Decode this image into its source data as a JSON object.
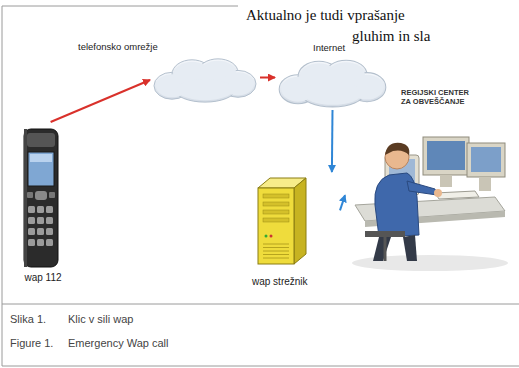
{
  "diagram": {
    "nodes": [
      {
        "text": [
          "wap 112"
        ]
      },
      {
        "text": [
          "telefonsko omrežje"
        ]
      },
      {
        "text": [
          "Internet"
        ]
      },
      {
        "text": [
          "wap strežnik"
        ]
      },
      {
        "text": [
          "REGIJSKI CENTER ZA OBVEŠČANJE"
        ]
      }
    ],
    "edges": [
      {
        "from": 0,
        "to": 1,
        "arrow": "to"
      },
      {
        "from": 1,
        "to": 2,
        "arrow": "to"
      },
      {
        "from": 2,
        "to": 3,
        "arrow": "to"
      },
      {
        "from": 3,
        "to": 4,
        "arrow": "to"
      }
    ],
    "labels": [
      "Aktualno je tudi vprašanje",
      "gluhim in sla",
      "Slika 1.",
      "Klic v sili wap",
      "Figure 1.",
      "Emergency Wap call"
    ]
  }
}
